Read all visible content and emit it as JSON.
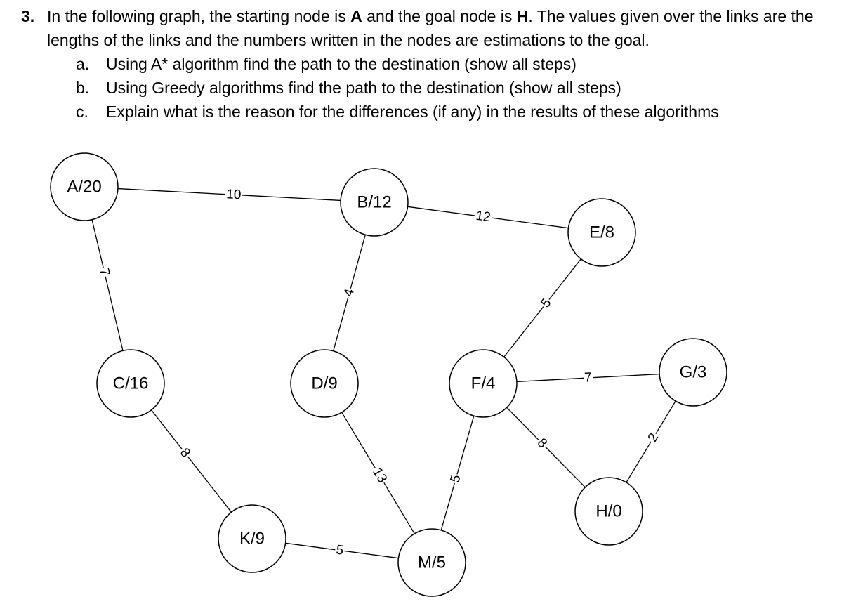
{
  "question": {
    "number": "3.",
    "intro_parts": [
      {
        "text": "In the following graph, the starting node is ",
        "bold": false
      },
      {
        "text": "A",
        "bold": true
      },
      {
        "text": " and the goal node is ",
        "bold": false
      },
      {
        "text": "H",
        "bold": true
      },
      {
        "text": ". The values given over the links are the lengths of the links and the numbers written in the nodes are estimations to the goal.",
        "bold": false
      }
    ],
    "sub_items": [
      {
        "letter": "a.",
        "text": "Using A* algorithm find the path to the destination (show all steps)"
      },
      {
        "letter": "b.",
        "text": "Using Greedy algorithms find the path to the destination (show all steps)"
      },
      {
        "letter": "c.",
        "text": "Explain what is the reason for the differences (if any) in the results of these algorithms"
      }
    ]
  },
  "graph": {
    "nodes": [
      {
        "id": "A",
        "label": "A/20"
      },
      {
        "id": "B",
        "label": "B/12"
      },
      {
        "id": "E",
        "label": "E/8"
      },
      {
        "id": "C",
        "label": "C/16"
      },
      {
        "id": "D",
        "label": "D/9"
      },
      {
        "id": "F",
        "label": "F/4"
      },
      {
        "id": "G",
        "label": "G/3"
      },
      {
        "id": "H",
        "label": "H/0"
      },
      {
        "id": "K",
        "label": "K/9"
      },
      {
        "id": "M",
        "label": "M/5"
      }
    ],
    "edges": [
      {
        "from": "A",
        "to": "B",
        "weight": "10"
      },
      {
        "from": "B",
        "to": "E",
        "weight": "12"
      },
      {
        "from": "A",
        "to": "C",
        "weight": "7"
      },
      {
        "from": "B",
        "to": "D",
        "weight": "4"
      },
      {
        "from": "E",
        "to": "F",
        "weight": "5"
      },
      {
        "from": "F",
        "to": "G",
        "weight": "7"
      },
      {
        "from": "C",
        "to": "K",
        "weight": "8"
      },
      {
        "from": "D",
        "to": "M",
        "weight": "13"
      },
      {
        "from": "F",
        "to": "M",
        "weight": "5"
      },
      {
        "from": "F",
        "to": "H",
        "weight": "8"
      },
      {
        "from": "G",
        "to": "H",
        "weight": "2"
      },
      {
        "from": "K",
        "to": "M",
        "weight": "5"
      }
    ]
  }
}
